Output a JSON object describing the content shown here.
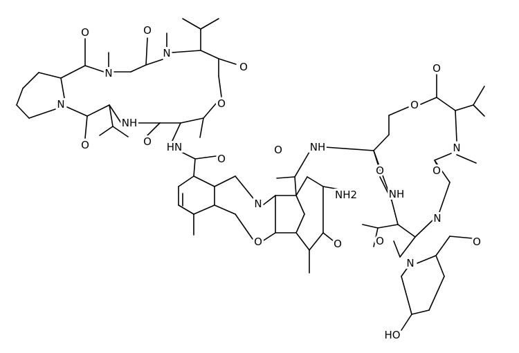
{
  "structure": {
    "atom_labels": {
      "o_left_ring_top": "O",
      "n_methyl_left": "N",
      "o_left_amide_mid": "O",
      "n_methyl_left_top": "N",
      "o_left_ester": "O",
      "o_left_lactone": "O",
      "n_prolyl_left": "N",
      "o_prolyl_carbonyl": "O",
      "nh_left_ring": "NH",
      "o_val_left": "O",
      "nh_amide_left": "HN",
      "o_amide_left": "O",
      "n_phenoxazine": "N",
      "o_phenoxazine": "O",
      "amine": "NH2",
      "o_ketone": "O",
      "o_amide_right": "O",
      "nh_amide_right": "NH",
      "o_right_lactone_ring": "O",
      "o_right_lactone_carbonyl": "O",
      "n_methyl_right_upper": "N",
      "o_right_thr_carbonyl": "O",
      "o_right_sar_carbonyl": "O",
      "nh_right_ring": "NH",
      "n_methyl_right_lower": "N",
      "o_right_val_carbonyl": "O",
      "o_right_pro_carbonyl": "O",
      "n_prolyl_right": "N",
      "hydroxyl": "HO"
    }
  }
}
